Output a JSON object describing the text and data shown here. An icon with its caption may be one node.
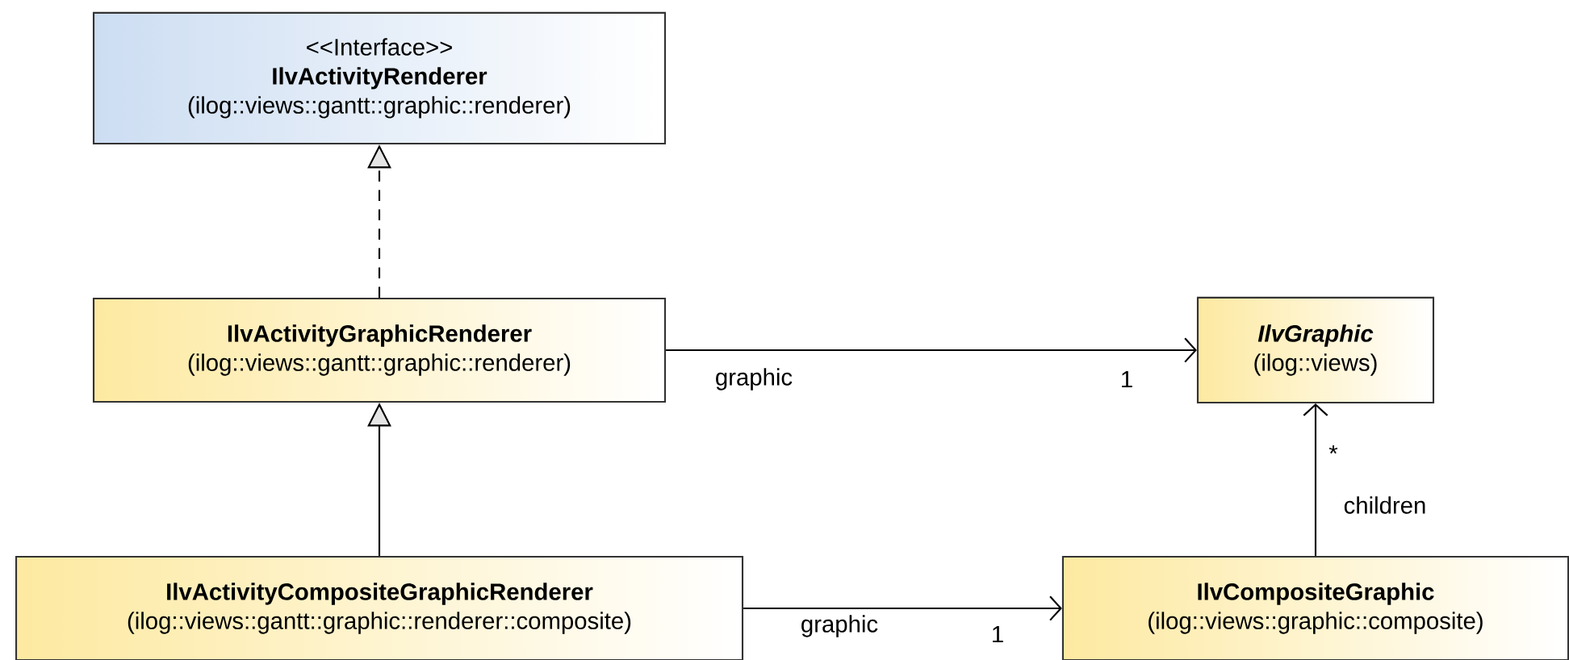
{
  "diagram": {
    "nodes": [
      {
        "text": [
          "<<Interface>>",
          "IlvActivityRenderer",
          "(ilog::views::gantt::graphic::renderer)"
        ]
      },
      {
        "text": [
          "IlvActivityGraphicRenderer",
          "(ilog::views::gantt::graphic::renderer)"
        ]
      },
      {
        "text": [
          "IlvGraphic",
          "(ilog::views)"
        ]
      },
      {
        "text": [
          "IlvActivityCompositeGraphicRenderer",
          "(ilog::views::gantt::graphic::renderer::composite)"
        ]
      },
      {
        "text": [
          "IlvCompositeGraphic",
          "(ilog::views::graphic::composite)"
        ]
      }
    ],
    "edges": [
      {
        "from": 1,
        "to": 0,
        "arrow": "to",
        "style": "dashed"
      },
      {
        "from": 1,
        "to": 2,
        "arrow": "to",
        "label": "graphic"
      },
      {
        "from": 3,
        "to": 1,
        "arrow": "to"
      },
      {
        "from": 3,
        "to": 4,
        "arrow": "to",
        "label": "graphic"
      },
      {
        "from": 4,
        "to": 2,
        "arrow": "to",
        "label": "children"
      }
    ],
    "labels": [
      "1",
      "*",
      "1"
    ]
  }
}
